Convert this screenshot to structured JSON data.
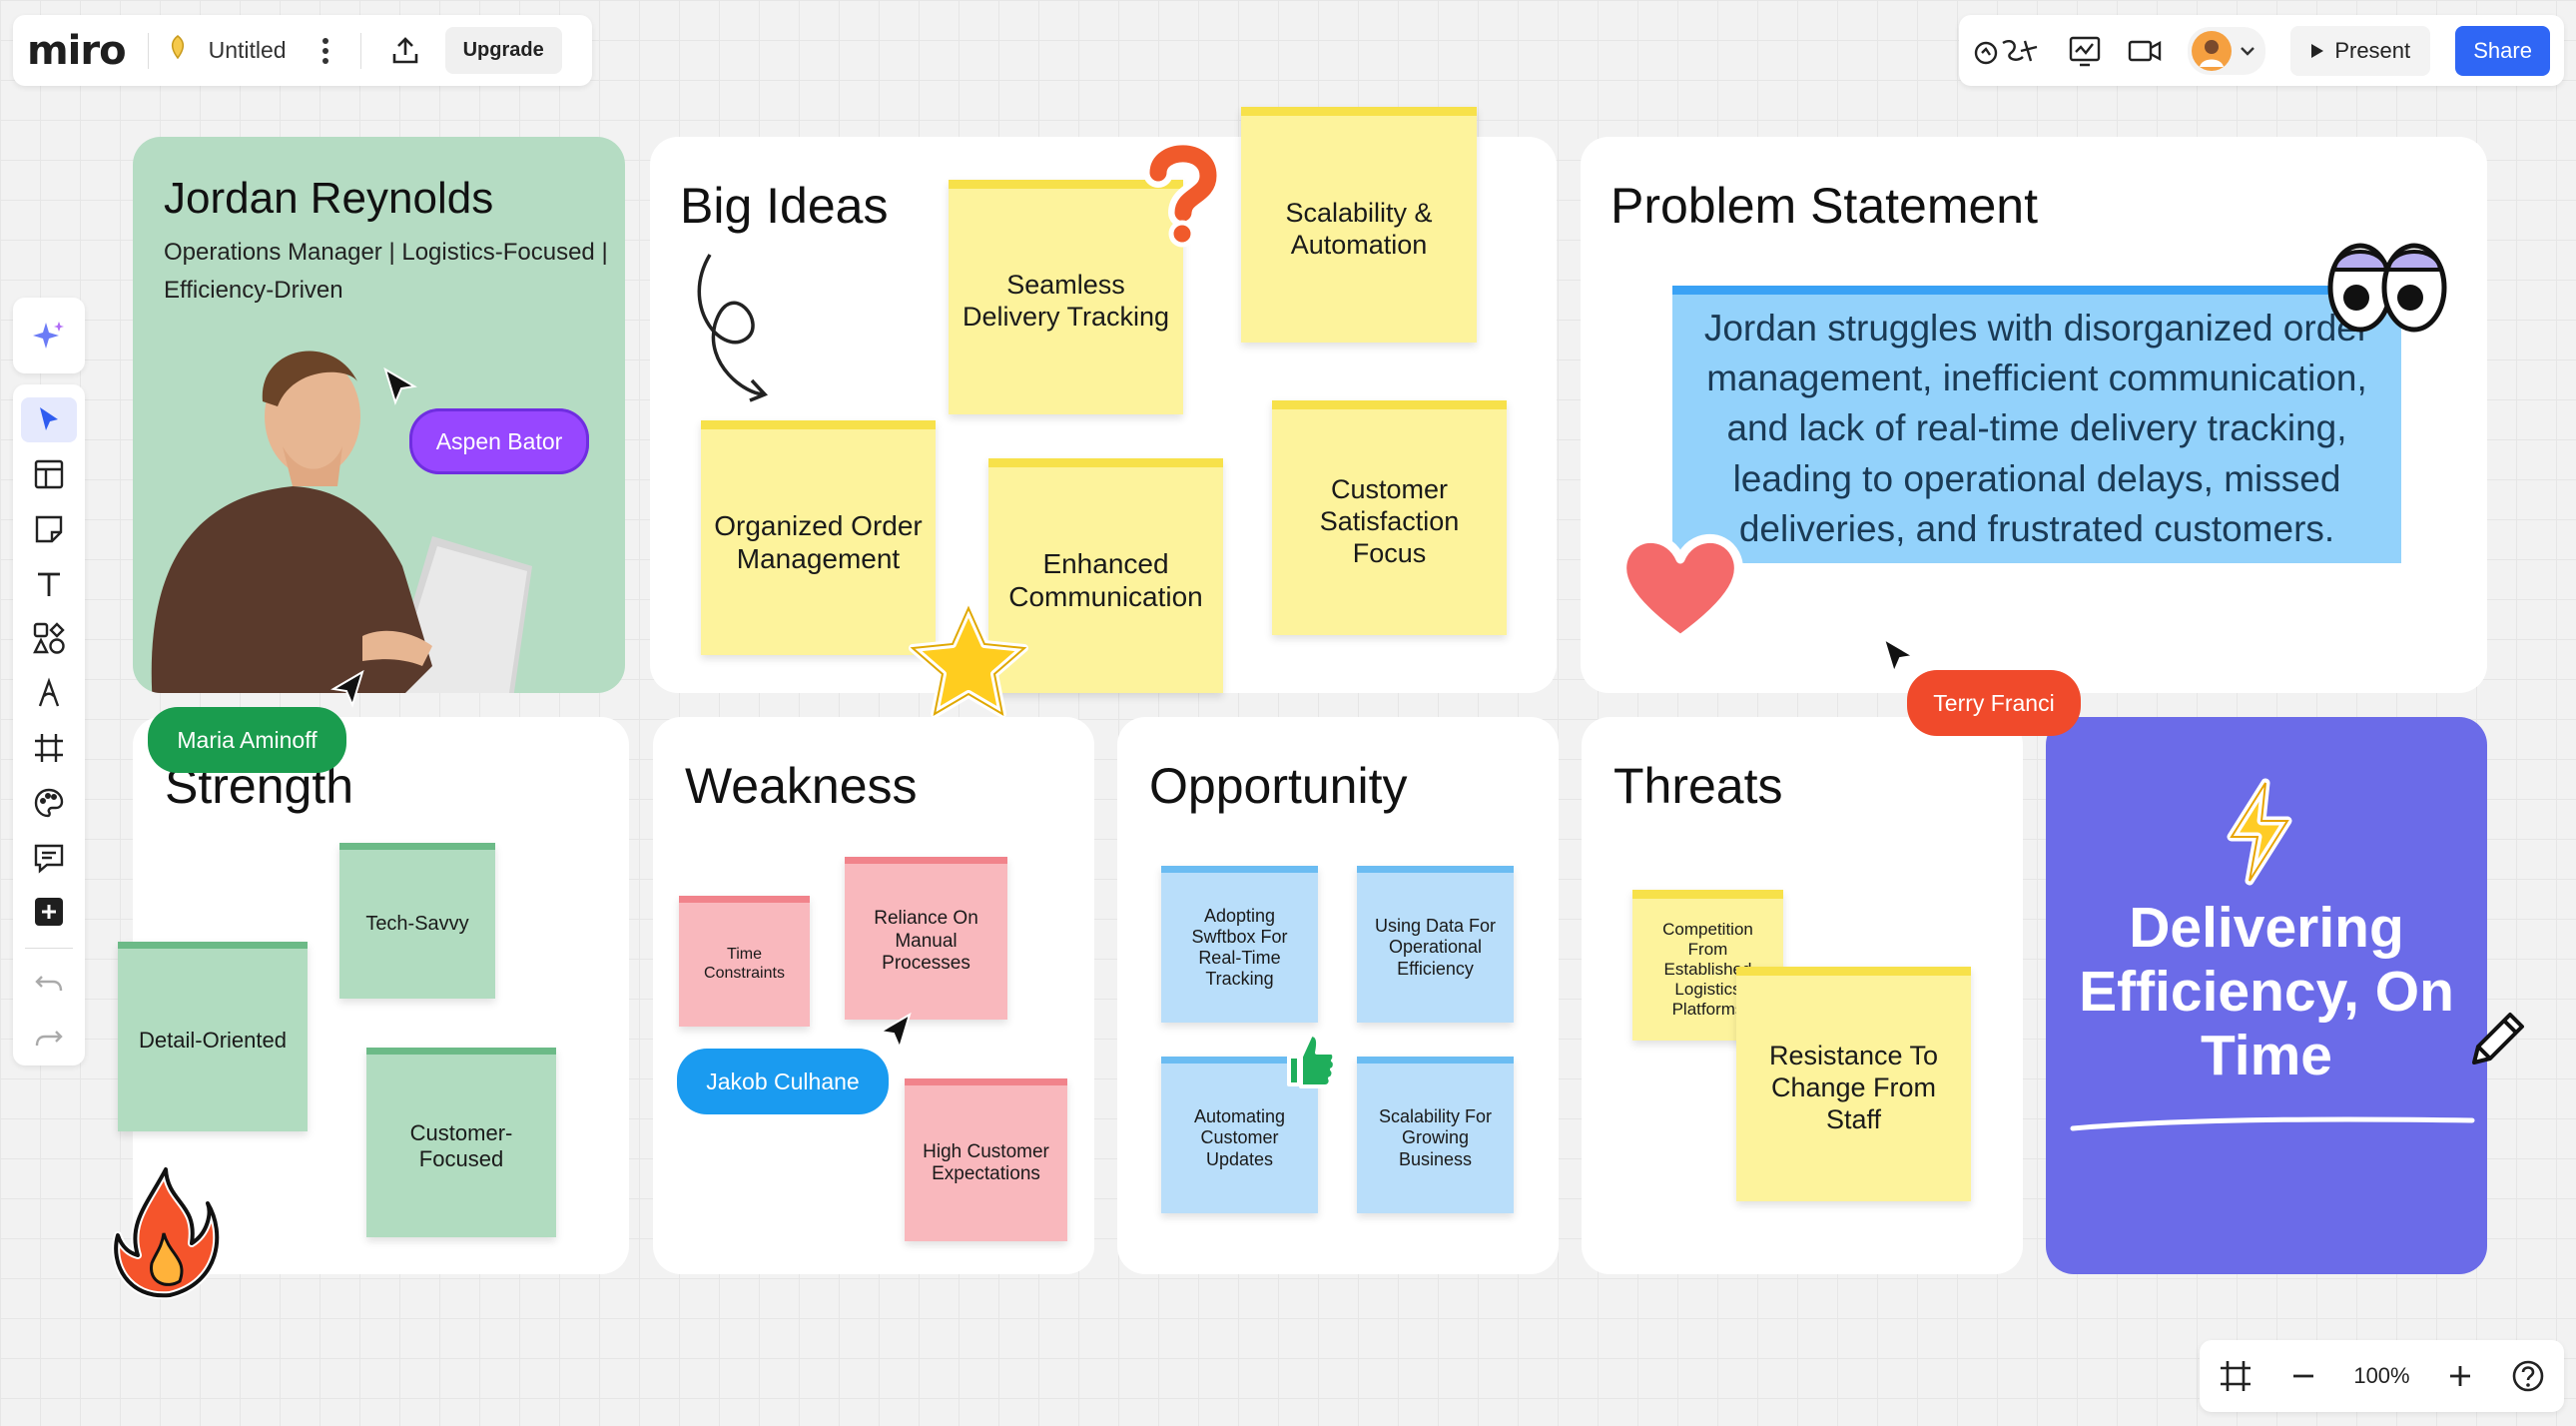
{
  "app": {
    "logo": "miro",
    "board_title": "Untitled",
    "upgrade_label": "Upgrade",
    "present_label": "Present",
    "share_label": "Share"
  },
  "toolbar": {
    "items": [
      "ai-assist",
      "select",
      "templates",
      "sticky-note",
      "text",
      "shapes",
      "pen",
      "frame",
      "stickers",
      "comment",
      "add",
      "undo",
      "redo"
    ]
  },
  "persona": {
    "name": "Jordan Reynolds",
    "line1": "Operations Manager | Logistics-Focused |",
    "line2": "Efficiency-Driven"
  },
  "big_ideas": {
    "title": "Big Ideas",
    "notes": [
      "Seamless Delivery Tracking",
      "Scalability & Automation",
      "Organized Order Management",
      "Enhanced Communication",
      "Customer Satisfaction Focus"
    ]
  },
  "problem": {
    "title": "Problem Statement",
    "text": "Jordan struggles with disorganized order management, inefficient communication, and lack of real-time delivery tracking, leading to operational delays, missed deliveries, and frustrated customers."
  },
  "strength": {
    "title": "Strength",
    "notes": [
      "Tech-Savvy",
      "Detail-Oriented",
      "Customer-Focused"
    ]
  },
  "weakness": {
    "title": "Weakness",
    "notes": [
      "Time Constraints",
      "Reliance On Manual Processes",
      "High Customer Expectations"
    ]
  },
  "opportunity": {
    "title": "Opportunity",
    "notes": [
      "Adopting Swftbox For Real-Time Tracking",
      "Using Data For Operational Efficiency",
      "Automating Customer Updates",
      "Scalability For Growing Business"
    ]
  },
  "threats": {
    "title": "Threats",
    "notes": [
      "Competition From Established Logistics Platforms",
      "Resistance To Change From Staff"
    ]
  },
  "slogan": {
    "text": "Delivering Efficiency, On Time"
  },
  "cursors": [
    {
      "name": "Aspen Bator",
      "color": "#9747ff"
    },
    {
      "name": "Maria Aminoff",
      "color": "#1a9c4e"
    },
    {
      "name": "Terry Franci",
      "color": "#f04a2b"
    },
    {
      "name": "Jakob Culhane",
      "color": "#1a9bf0"
    }
  ],
  "zoom": {
    "level": "100%"
  },
  "colors": {
    "accent": "#2f66f5",
    "slogan_bg": "#6b6be8",
    "persona_bg": "#b5dcc3"
  }
}
